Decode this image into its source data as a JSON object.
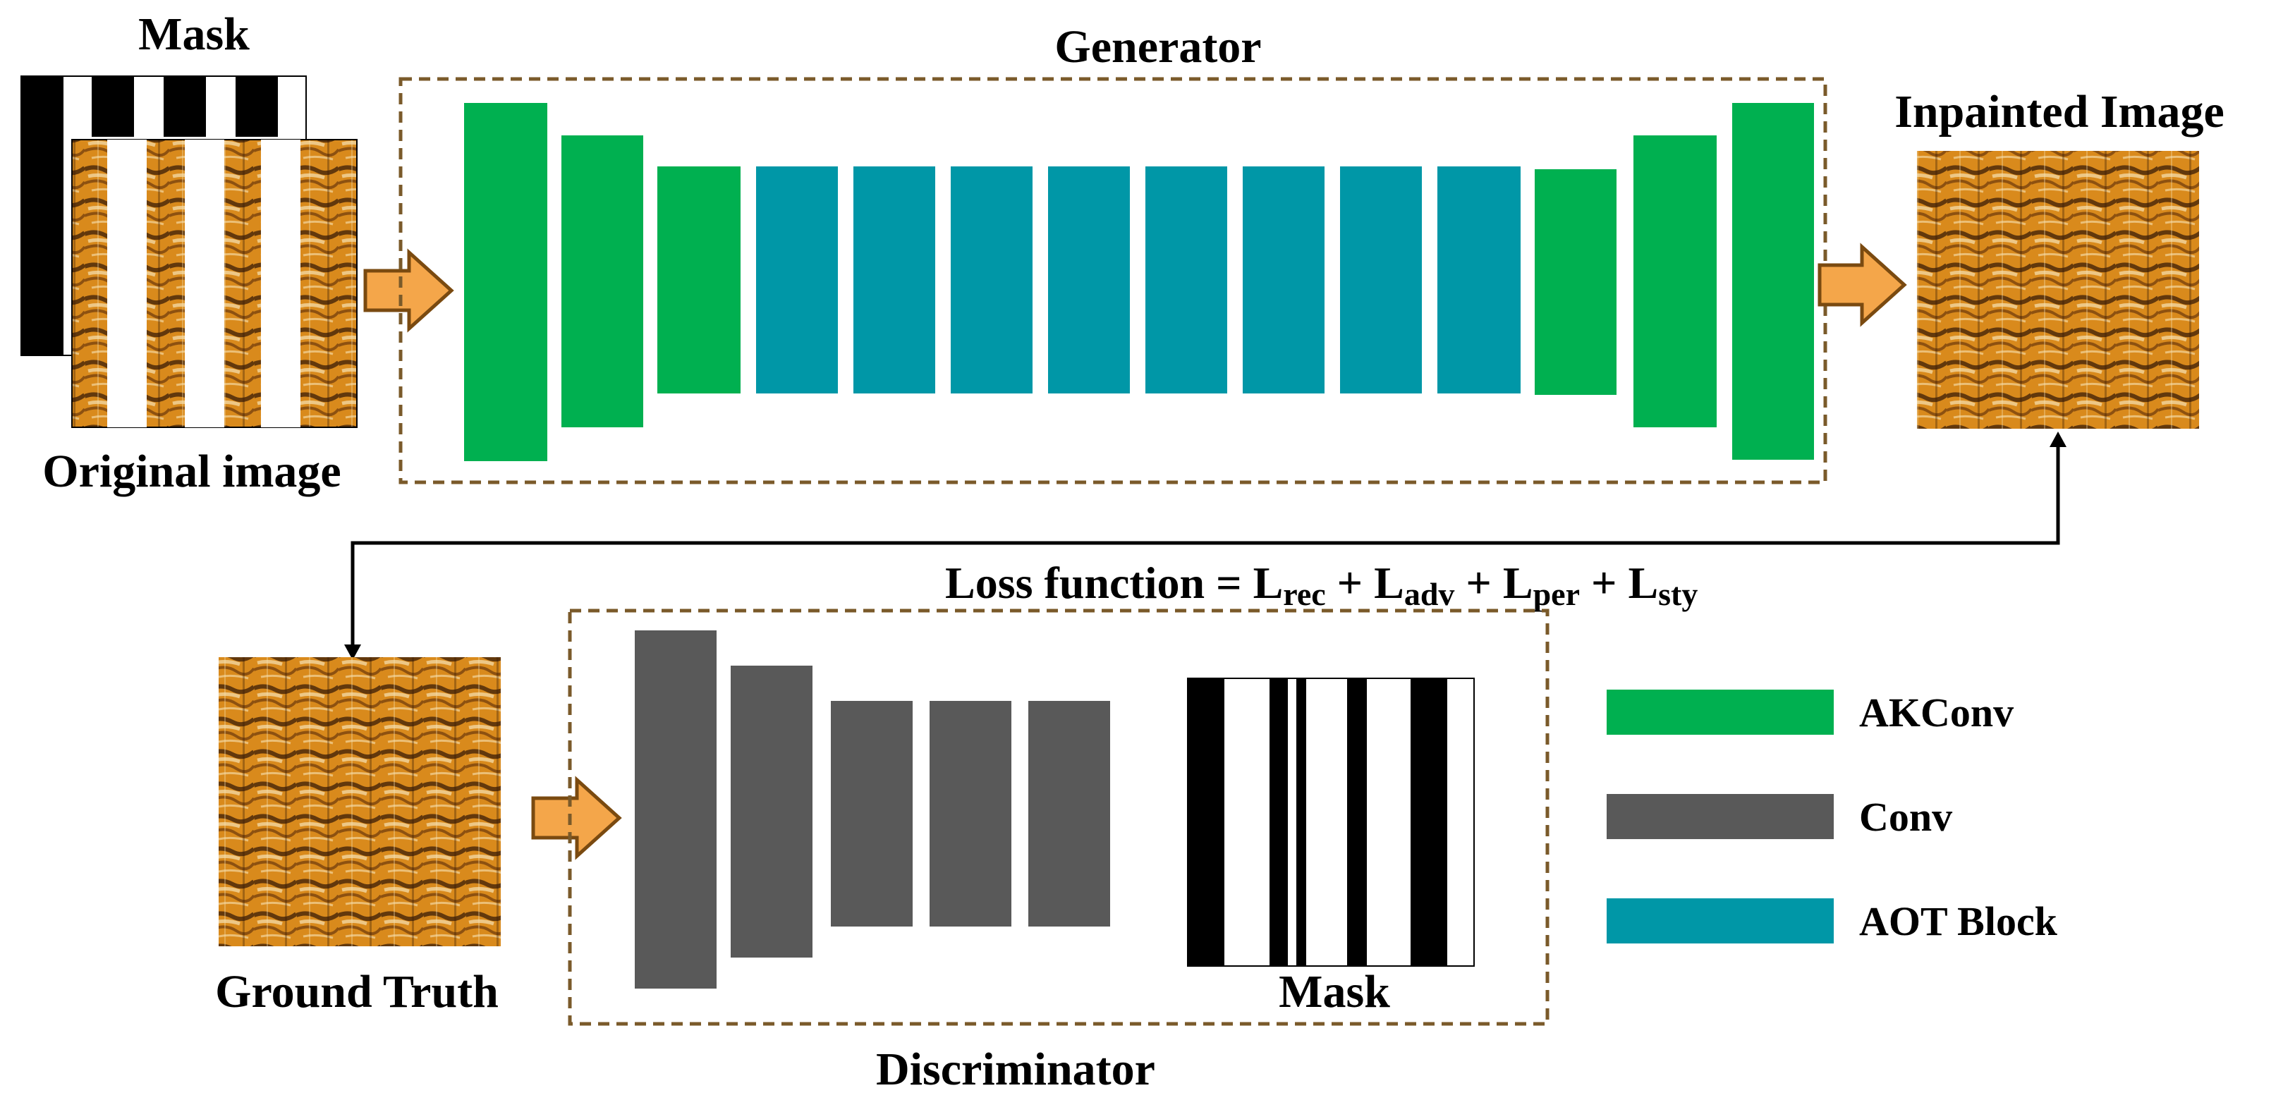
{
  "labels": {
    "mask_top": "Mask",
    "original": "Original image",
    "generator": "Generator",
    "inpainted": "Inpainted Image",
    "ground_truth": "Ground Truth",
    "discriminator": "Discriminator",
    "mask_bottom": "Mask"
  },
  "loss": {
    "prefix": "Loss function = ",
    "terms": [
      {
        "L": "L",
        "sub": "rec"
      },
      {
        "L": "L",
        "sub": "adv"
      },
      {
        "L": "L",
        "sub": "per"
      },
      {
        "L": "L",
        "sub": "sty"
      }
    ],
    "joiner": " + "
  },
  "legend": [
    {
      "key": "akconv",
      "label": "AKConv",
      "color": "#00b050"
    },
    {
      "key": "conv",
      "label": "Conv",
      "color": "#595959"
    },
    {
      "key": "aot",
      "label": "AOT Block",
      "color": "#0097a7"
    }
  ],
  "generator_layers": [
    "akconv",
    "akconv",
    "akconv",
    "aot",
    "aot",
    "aot",
    "aot",
    "aot",
    "aot",
    "aot",
    "aot",
    "akconv",
    "akconv",
    "akconv"
  ],
  "discriminator_layers": [
    "conv",
    "conv",
    "conv",
    "conv",
    "conv"
  ],
  "colors": {
    "dashed_border": "#7a5a2a",
    "arrow_fill": "#f4a64a",
    "arrow_stroke": "#7a4a10",
    "texture_base": "#d98a1c",
    "texture_dark": "#3a1c06",
    "texture_light": "#f6e2b4"
  }
}
